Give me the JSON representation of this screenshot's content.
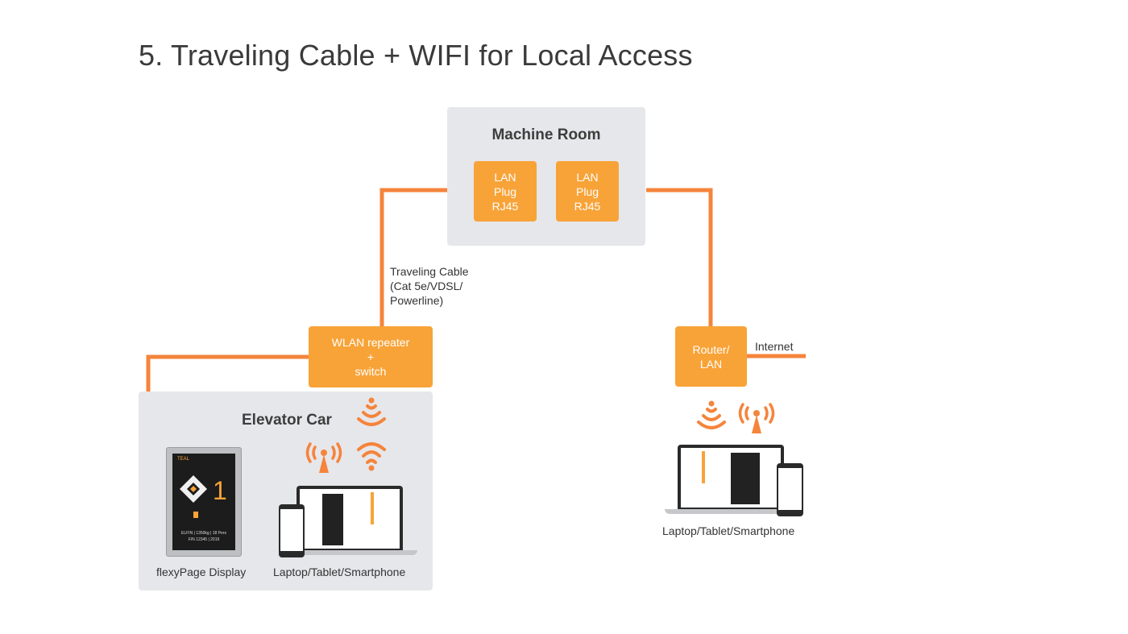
{
  "title": "5. Traveling Cable + WIFI for Local Access",
  "machine_room": {
    "title": "Machine Room",
    "plugs": [
      {
        "line1": "LAN",
        "line2": "Plug",
        "line3": "RJ45"
      },
      {
        "line1": "LAN",
        "line2": "Plug",
        "line3": "RJ45"
      }
    ]
  },
  "traveling_cable": {
    "line1": "Traveling Cable",
    "line2": "(Cat 5e/VDSL/",
    "line3": "Powerline)"
  },
  "wlan_repeater": {
    "line1": "WLAN repeater",
    "line2": "+",
    "line3": "switch"
  },
  "router": {
    "line1": "Router/",
    "line2": "LAN"
  },
  "internet_label": "Internet",
  "elevator_car": {
    "title": "Elevator Car",
    "display_label": "flexyPage Display",
    "devices_label": "Laptop/Tablet/Smartphone",
    "display_screen": {
      "top_text": "TEAL",
      "number": "1",
      "footer1": "ELFIN | 1350kg | 18 Pers",
      "footer2": "F/N 12345 | 2019"
    }
  },
  "right_devices_label": "Laptop/Tablet/Smartphone",
  "colors": {
    "cable": "#f5843c",
    "box_orange": "#f8a338",
    "box_gray": "#e6e7ea",
    "wifi": "#f5843c"
  },
  "icons": [
    "wifi-signal-icon",
    "antenna-icon",
    "laptop-icon",
    "smartphone-icon",
    "display-device-icon"
  ]
}
